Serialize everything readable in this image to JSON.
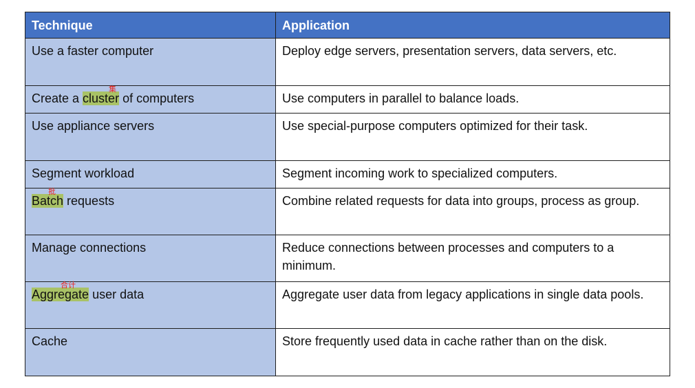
{
  "headers": {
    "technique": "Technique",
    "application": "Application"
  },
  "rows": [
    {
      "technique": "Use a faster computer",
      "application": "Deploy edge servers, presentation servers, data servers, etc."
    },
    {
      "technique_prefix": "Create a ",
      "technique_highlight": "cluster",
      "technique_suffix": " of computers",
      "annotation": "集",
      "application": "Use computers in parallel to balance loads."
    },
    {
      "technique": "Use appliance servers",
      "application": "Use special-purpose computers optimized for their task."
    },
    {
      "technique": "Segment workload",
      "application": "Segment incoming work to specialized computers."
    },
    {
      "technique_highlight": "Batch",
      "technique_suffix": " requests",
      "annotation": "批",
      "application": "Combine related requests for data into groups, process as group."
    },
    {
      "technique": "Manage connections",
      "application": "Reduce connections between processes and computers to a minimum."
    },
    {
      "technique_highlight": "Aggregate",
      "technique_suffix": " user data",
      "annotation": "合计",
      "application": "Aggregate user data from legacy applications in single data pools."
    },
    {
      "technique": "Cache",
      "application": "Store frequently used data in cache rather than on the disk."
    }
  ],
  "colors": {
    "header_bg": "#4472c4",
    "technique_col_bg": "#b4c6e7",
    "highlight": "#a9c266",
    "annotation": "#e8241c"
  }
}
